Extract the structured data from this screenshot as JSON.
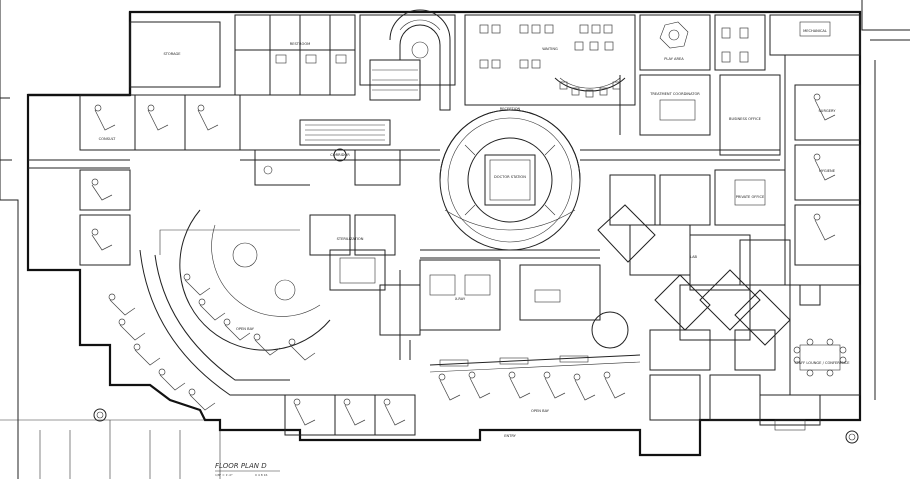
{
  "drawing": {
    "title": "FLOOR PLAN D",
    "scale_line1": "1/8\" = 1'-0\"",
    "scale_line2": "0  4  8  16"
  },
  "labels": {
    "staff_lounge": "STAFF LOUNGE / CONFERENCE",
    "reception": "RECEPTION",
    "lab": "LAB",
    "sterilization": "STERILIZATION",
    "business_office": "BUSINESS OFFICE",
    "tc_room": "TREATMENT COORDINATOR",
    "open_bay": "OPEN BAY",
    "consult": "CONSULT",
    "restroom": "RESTROOM",
    "storage": "STORAGE",
    "mechanical": "MECHANICAL",
    "private_office": "PRIVATE OFFICE",
    "corridor": "CORRIDOR",
    "waiting": "WAITING",
    "xray": "X-RAY",
    "surgery": "SURGERY",
    "hygiene": "HYGIENE",
    "entry": "ENTRY",
    "child_play": "PLAY AREA",
    "doctor_station": "DOCTOR STATION"
  }
}
